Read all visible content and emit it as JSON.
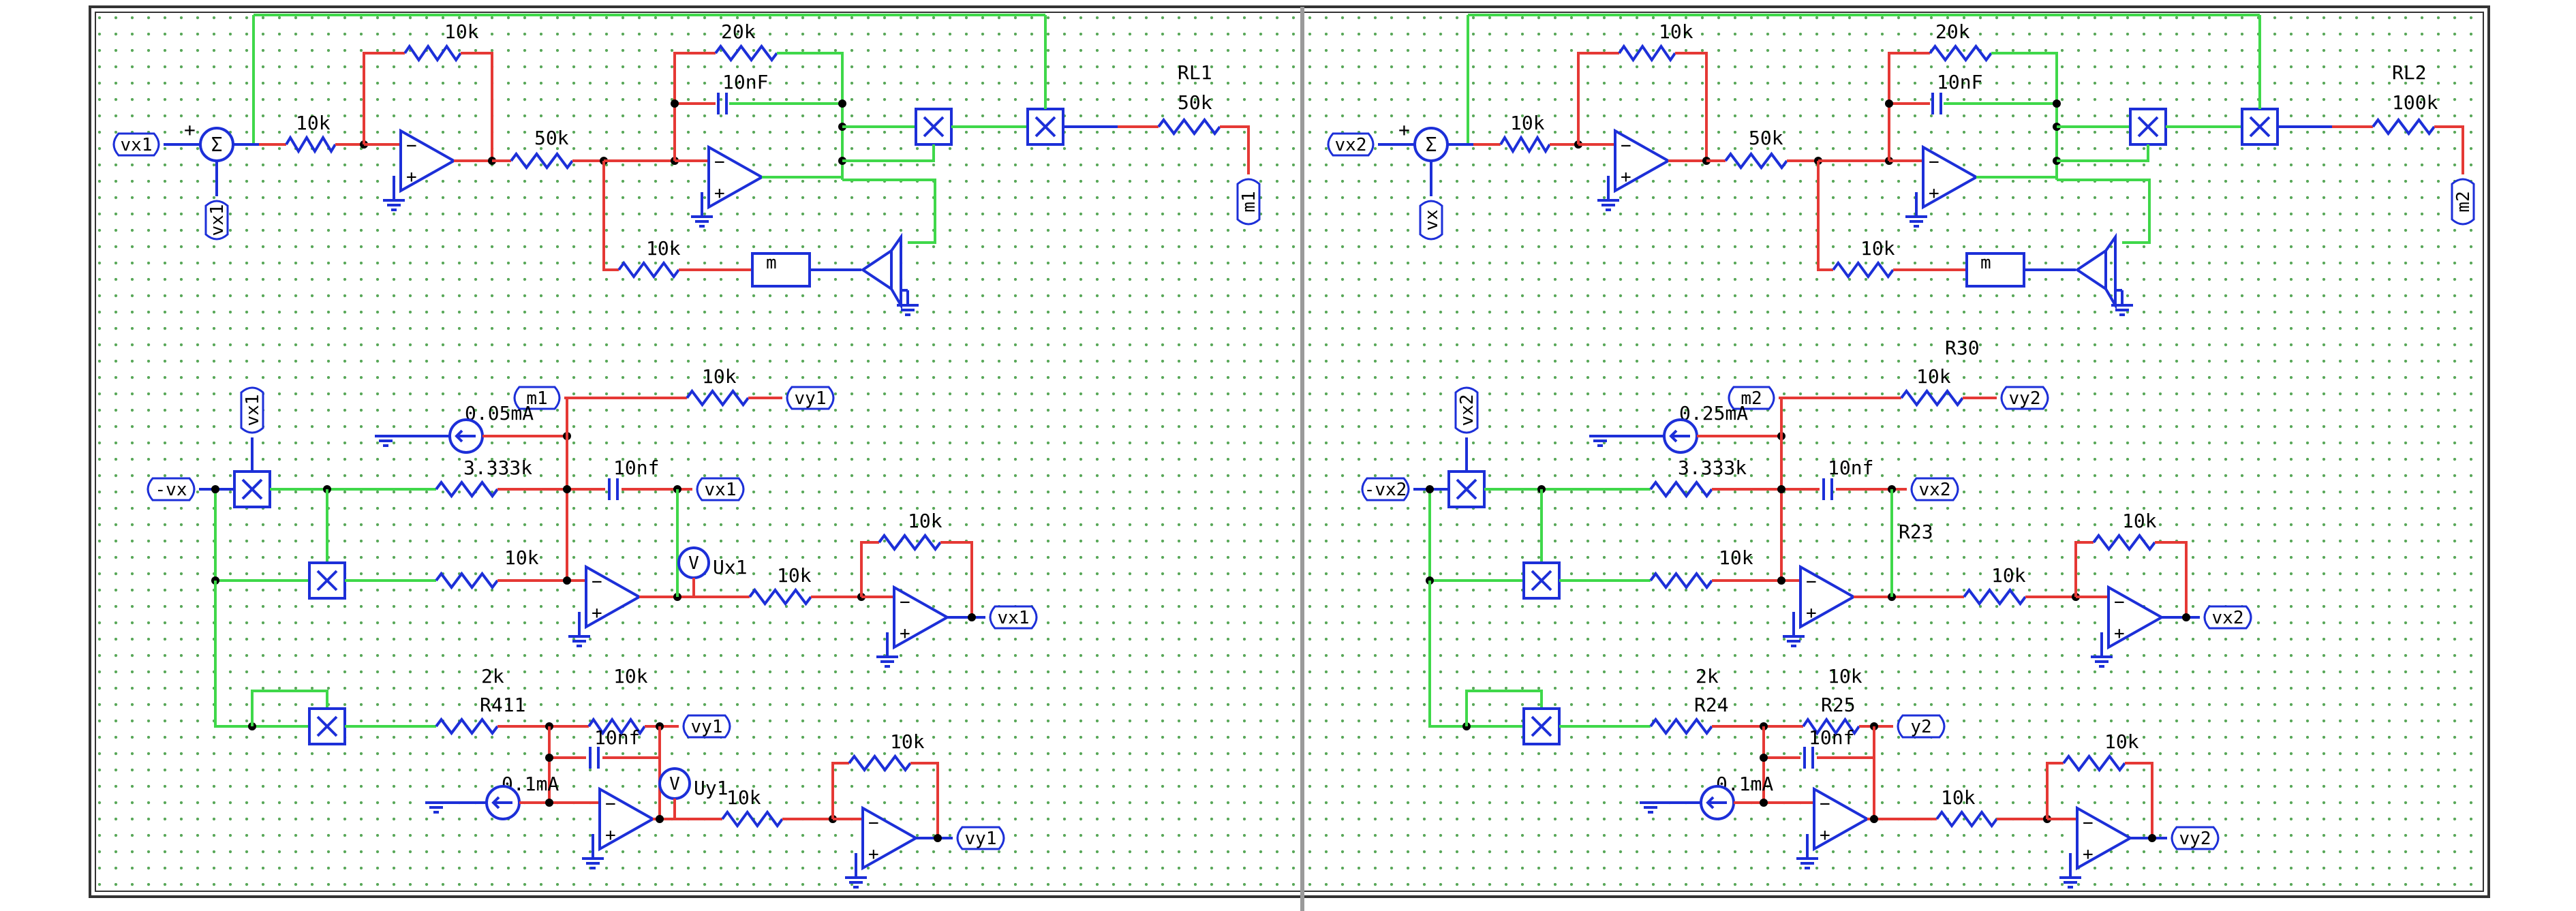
{
  "colors": {
    "wire_red": "#e53935",
    "wire_green": "#3fd84a",
    "component_blue": "#1c2fd8",
    "grid_dot": "#5aa85a",
    "frame": "#333333",
    "divider": "#9a9a9a"
  },
  "left": {
    "labels": {
      "in_vx": "vx1",
      "fb_vx": "vx1",
      "r1": "10k",
      "r2": "10k",
      "r3": "50k",
      "r4": "20k",
      "c1": "10nF",
      "r5": "10k",
      "m_block": "m",
      "rl_name": "RL1",
      "rl_val": "50k",
      "out_m": "m1",
      "vx_top": "vx1",
      "m_in": "m1",
      "vy_out_label": "vy1",
      "r_top": "10k",
      "i_src_top": "0.05mA",
      "neg_vx": "-vx",
      "r_mid": "3.333k",
      "c_mid": "10nf",
      "vx_tag": "vx1",
      "r_10k_mid": "10k",
      "meter_vx": "Ux1",
      "r_10k_b": "10k",
      "r_10k_c": "10k",
      "vx_out": "vx1",
      "r_2k": "2k",
      "r_name_2k": "R411",
      "r_10k_d": "10k",
      "vy_tag": "vy1",
      "c_bot": "10nf",
      "i_src_bot": "0.1mA",
      "meter_vy": "Uy1",
      "r_10k_e": "10k",
      "r_10k_f": "10k",
      "vy_out": "vy1"
    }
  },
  "right": {
    "labels": {
      "in_vx": "vx2",
      "fb_vx": "vx",
      "r1": "10k",
      "r2": "10k",
      "r3": "50k",
      "r4": "20k",
      "c1": "10nF",
      "r5": "10k",
      "m_block": "m",
      "rl_name": "RL2",
      "rl_val": "100k",
      "out_m": "m2",
      "r30_name": "R30",
      "vx_top": "vx2",
      "m_in": "m2",
      "vy_out_label": "vy2",
      "r_top": "10k",
      "i_src_top": "0.25mA",
      "neg_vx": "-vx2",
      "r_mid": "3.333k",
      "c_mid": "10nf",
      "vx_tag": "vx2",
      "r23_name": "R23",
      "r_10k_mid": "10k",
      "r_10k_b": "10k",
      "r_10k_c": "10k",
      "vx_out": "vx2",
      "r_2k": "2k",
      "r_name_2k": "R24",
      "r_10k_d": "10k",
      "r25_name": "R25",
      "vy_tag": "y2",
      "c_bot": "10nf",
      "i_src_bot": "0.1mA",
      "r_10k_e": "10k",
      "r_10k_f": "10k",
      "vy_out": "vy2"
    }
  }
}
